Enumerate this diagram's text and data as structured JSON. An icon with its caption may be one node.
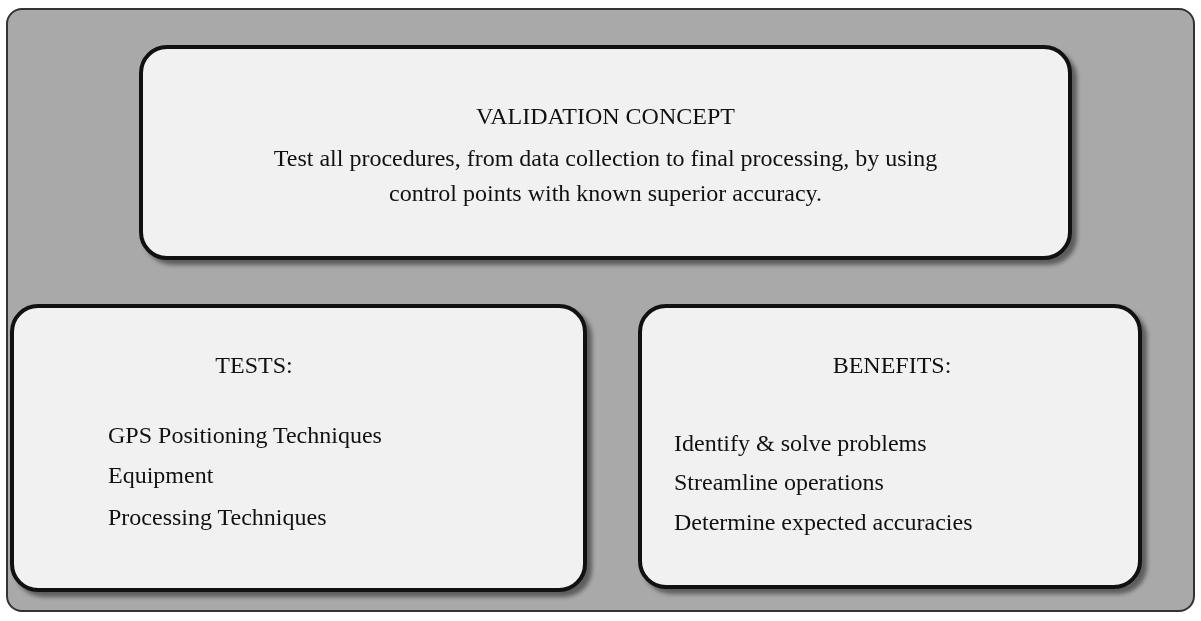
{
  "diagram": {
    "nodes": [
      {
        "text": [],
        "shape": "box"
      },
      {
        "text": [
          "VALIDATION CONCEPT",
          "Test all procedures, from data collection to final processing, by using control points with known superior accuracy."
        ],
        "in": 0
      },
      {
        "text": [
          "TESTS:",
          "GPS Positioning Techniques",
          "Equipment",
          "Processing Techniques"
        ],
        "in": 0
      },
      {
        "text": [
          "BENEFITS:",
          "Identify & solve problems",
          "Streamline operations",
          "Determine expected accuracies"
        ],
        "in": 0
      }
    ]
  }
}
